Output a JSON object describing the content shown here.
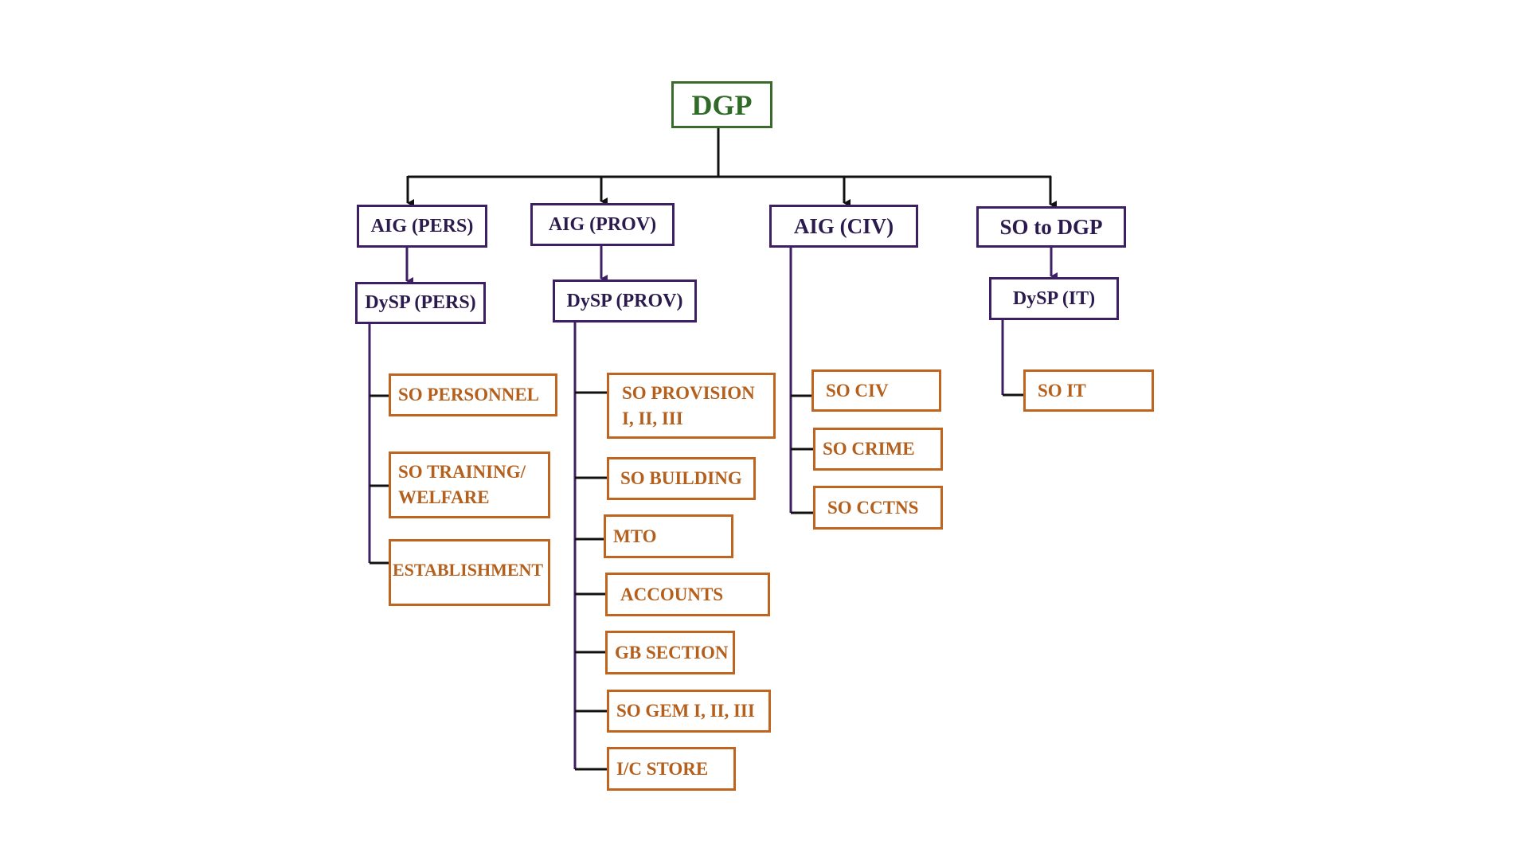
{
  "colors": {
    "root_border": "#3b6b2c",
    "root_text": "#2f6a26",
    "head_border": "#3d1f63",
    "head_text": "#2b1a4d",
    "leaf_border": "#c0651f",
    "leaf_text": "#b45f1c",
    "top_connector": "#111111",
    "leaf_connector": "#111111",
    "branch_connector": "#3d1f63"
  },
  "root": {
    "label": "DGP"
  },
  "branches": [
    {
      "aig": "AIG (PERS)",
      "dysp": "DySP (PERS)",
      "units": [
        "SO PERSONNEL",
        "SO TRAINING/ WELFARE",
        "ESTABLISHMENT"
      ]
    },
    {
      "aig": "AIG (PROV)",
      "dysp": "DySP (PROV)",
      "units": [
        "SO PROVISION I, II, III",
        "SO BUILDING",
        "MTO",
        "ACCOUNTS",
        "GB SECTION",
        "SO GEM I, II, III",
        "I/C STORE"
      ]
    },
    {
      "aig": "AIG (CIV)",
      "units": [
        "SO CIV",
        "SO CRIME",
        "SO CCTNS"
      ]
    },
    {
      "aig": "SO to DGP",
      "dysp": "DySP (IT)",
      "units": [
        "SO IT"
      ]
    }
  ]
}
